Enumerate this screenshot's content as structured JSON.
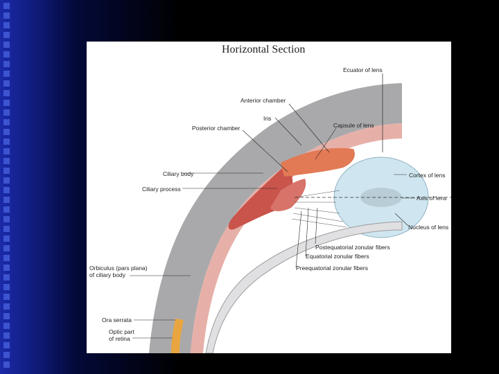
{
  "slide": {
    "figure": {
      "title": "Horizontal Section",
      "labels": {
        "equator_of_lens": "Ecuator of lens",
        "anterior_chamber": "Anterior chamber",
        "iris": "Iris",
        "posterior_chamber": "Posterior chamber",
        "capsule_of_lens": "Capsule of lens",
        "ciliary_body": "Ciliary body",
        "ciliary_process": "Ciliary process",
        "cortex_of_lens": "Cortex of lens",
        "axis_of_lens": "Axis of lens",
        "nucleus_of_lens": "Nucleus of lens",
        "postequatorial_fibers": "Postequatorial zonular fibers",
        "equatorial_fibers": "Equatorial zonular fibers",
        "preequatorial_fibers": "Preequatorial zonular fibers",
        "orbiculus_line1": "Orbiculus (pars plana)",
        "orbiculus_line2": "of ciliary body",
        "ora_serrata": "Ora serrata",
        "optic_part_line1": "Optic part",
        "optic_part_line2": "of retina"
      }
    },
    "colors": {
      "background_blue": "#1b2aa8",
      "sclera_gray": "#a9a9ab",
      "choroid_pink": "#e6b0a8",
      "ciliary_red": "#c9544c",
      "lens_blue": "#cfe6f0",
      "retina_orange": "#e9a640"
    }
  }
}
